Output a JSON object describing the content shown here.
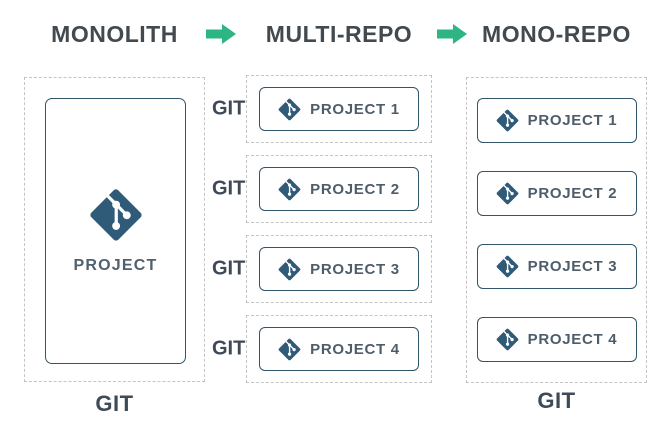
{
  "header": {
    "stages": [
      "MONOLITH",
      "MULTI-REPO",
      "MONO-REPO"
    ]
  },
  "monolith": {
    "project_label": "PROJECT",
    "git_caption": "GIT"
  },
  "multi_repo": {
    "repos": [
      {
        "git_label": "GIT",
        "project_label": "PROJECT 1"
      },
      {
        "git_label": "GIT",
        "project_label": "PROJECT 2"
      },
      {
        "git_label": "GIT",
        "project_label": "PROJECT 3"
      },
      {
        "git_label": "GIT",
        "project_label": "PROJECT 4"
      }
    ]
  },
  "mono_repo": {
    "projects": [
      "PROJECT 1",
      "PROJECT 2",
      "PROJECT 3",
      "PROJECT 4"
    ],
    "git_caption": "GIT"
  },
  "icons": {
    "git": "git-logo-icon",
    "arrow": "arrow-right-icon"
  },
  "colors": {
    "arrow": "#2db583",
    "git_icon": "#2f5b79",
    "box_border": "#2f566b",
    "header_text": "#424a50",
    "project_text": "#4e5d6a",
    "git_caption_text": "#3e4b57",
    "dashed_border": "#c4c4c4",
    "background": "#ffffff"
  }
}
